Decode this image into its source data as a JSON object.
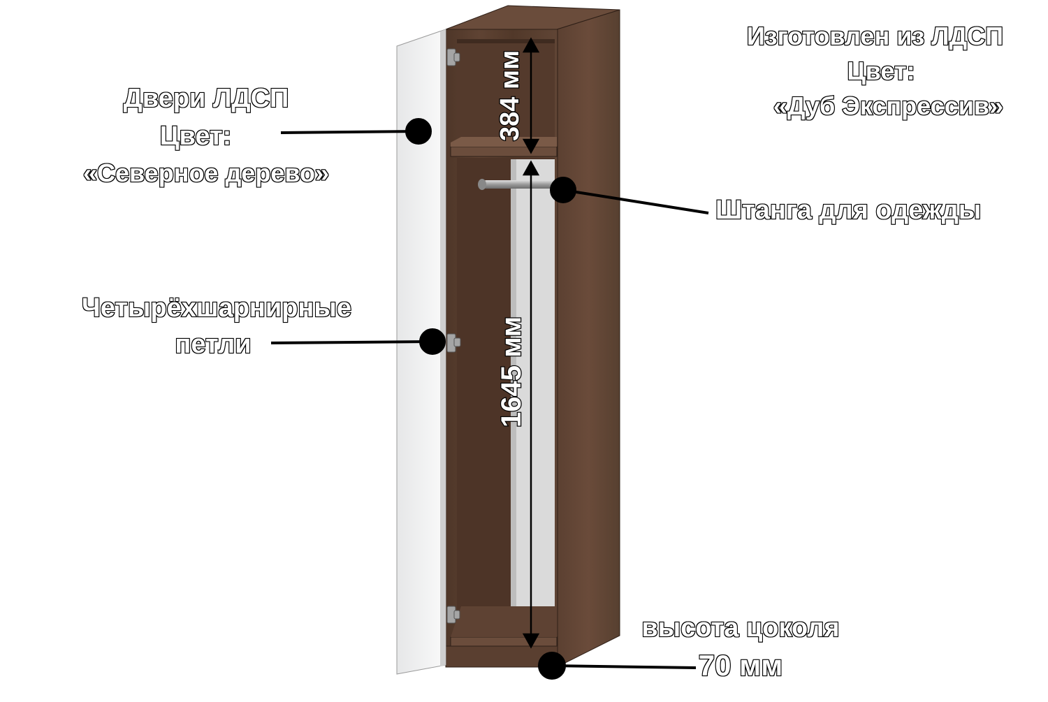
{
  "labels": {
    "material_line1": "Изготовлен из ЛДСП",
    "material_line2": "Цвет:",
    "material_line3": "«Дуб Экспрессив»",
    "doors_line1": "Двери ЛДСП",
    "doors_line2": "Цвет:",
    "doors_line3": "«Северное дерево»",
    "rod": "Штанга для одежды",
    "hinges_line1": "Четырёхшарнирные",
    "hinges_line2": "петли",
    "plinth_line1": "высота цоколя",
    "plinth_line2": "70 мм"
  },
  "dimensions": {
    "top_section": "384 мм",
    "main_section": "1645 мм"
  },
  "colors": {
    "body_wood": "#5a3f30",
    "body_wood_dark": "#3f2b20",
    "door": "#f1f2f2",
    "interior_back": "#d9d9d9",
    "rod": "#a9a9a9",
    "callout": "#000000"
  }
}
